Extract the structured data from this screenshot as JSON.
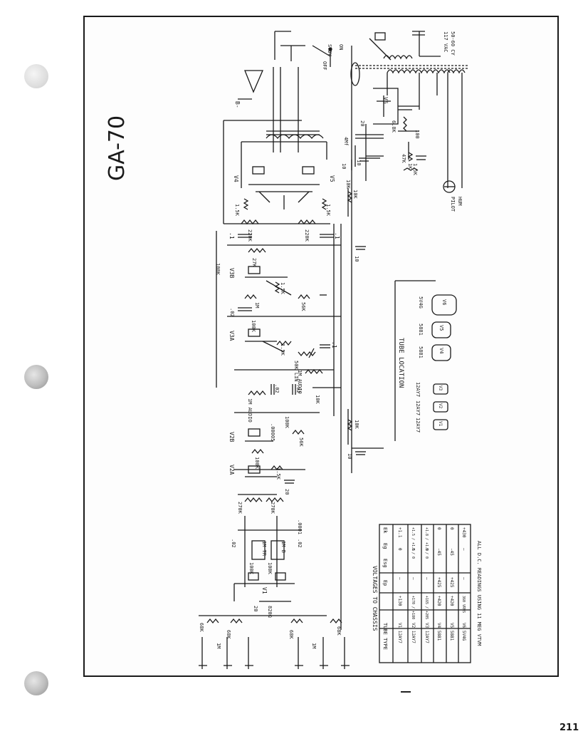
{
  "title": "GA-70",
  "page_number": "211",
  "power": {
    "standby_label": "STBY",
    "on_label": "ON",
    "off_label": "OFF",
    "mains_label": "117 VAC",
    "freq_label": "50-60 CY"
  },
  "tube_location": {
    "heading": "TUBE LOCATION",
    "tubes": [
      {
        "ref": "V1",
        "type": "12AY7"
      },
      {
        "ref": "V2",
        "type": "12AY7"
      },
      {
        "ref": "V3",
        "type": "12AY7"
      },
      {
        "ref": "V4",
        "type": "5881"
      },
      {
        "ref": "V5",
        "type": "5881"
      },
      {
        "ref": "V6",
        "type": "5V4G"
      }
    ]
  },
  "voltage_table": {
    "heading": "VOLTAGES TO CHASSIS",
    "headers": [
      "TUBE TYPE",
      "Ep",
      "Esg",
      "Eg",
      "Ek"
    ],
    "rows": [
      [
        "V1  12AY7",
        "+130",
        "—",
        "0",
        "+1.1"
      ],
      [
        "V2  12AY7",
        "+170 / +180",
        "—",
        "0 / 0",
        "+1.5 / +1.5"
      ],
      [
        "V3  12AY7",
        "+165 / +205",
        "—",
        "0 / 0",
        "+1.8 / +1.9"
      ],
      [
        "V4  5881",
        "+420",
        "+425",
        "-45",
        "0"
      ],
      [
        "V5  5881",
        "+420",
        "+425",
        "-45",
        "0"
      ],
      [
        "V6  5V4G",
        "360 VRMS",
        "—",
        "—",
        "+430"
      ]
    ],
    "footnote": "ALL D.C. READINGS USING 11 MEG VTVM"
  },
  "labels": {
    "v1": "V1",
    "v2a": "V2A",
    "v2b": "V2B",
    "v3a": "V3A",
    "v3b": "V3B",
    "v4": "V4",
    "v5": "V5",
    "v6": "V6",
    "b_minus": "B-",
    "r_68k_1": "68K",
    "r_68k_2": "68K",
    "r_68k_3": "68K",
    "r_68k_4": "68K",
    "r_1m_1": "1M",
    "r_1m_2": "1M",
    "r_820": "820Ω",
    "c_20_1": "20",
    "r_100k_1": "100K",
    "r_100k_2": "100K",
    "r_100k_3": "100K",
    "r_100k_4": "100K",
    "r_1m_tr": "1M TR",
    "r_1m_b": "1M B",
    "c_02_1": ".02",
    "c_02_2": ".02",
    "c_0001": ".0001",
    "r_270k_1": "270K",
    "r_270k_2": "270K",
    "r_15k_1": "1.5K",
    "c_20_2": "20",
    "r_56k_1": "56K",
    "c_00005": ".00005",
    "c_10_1": "10",
    "r_10k_1": "10K",
    "r_1m_audio_1": "1M AUDIO",
    "c_02_3": ".02",
    "c_02_4": ".02",
    "r_1m_audio_2": "1M AUDIO",
    "r_10k_2": "10K",
    "r_50k": "50K LIN",
    "r_15k_2": "1.5K",
    "c_1_1": ".1",
    "c_02_5": ".02",
    "r_1m_3": "1M",
    "r_56k_2": "56K",
    "r_100k_5": "100K",
    "r_15k_3": "1.5K",
    "c_1_2": ".1",
    "c_1_3": ".1",
    "r_220k_1": "220K",
    "r_220k_2": "220K",
    "r_15k_4": "1.5K",
    "r_15k_5": "1.5K",
    "r_27k": "27K",
    "c_10_2": "10",
    "r_10k_3": "10K",
    "c_10_3": "10",
    "c_20_3": "20",
    "c_4uf": "4Mf",
    "r_68k_5": "6.8K",
    "c_100": "100",
    "r_47k": "47K",
    "r_15k_6": "1.5K",
    "r_10k_4": "10K",
    "r_1k": "1K",
    "pilot": "PILOT",
    "hum": "HUM"
  }
}
